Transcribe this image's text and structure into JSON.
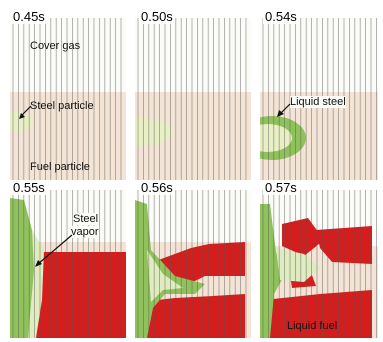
{
  "panels": [
    {
      "time": "0.45s"
    },
    {
      "time": "0.50s"
    },
    {
      "time": "0.54s"
    },
    {
      "time": "0.55s"
    },
    {
      "time": "0.56s"
    },
    {
      "time": "0.57s"
    }
  ],
  "labels": {
    "cover_gas": "Cover gas",
    "steel_particle": "Steel particle",
    "fuel_particle": "Fuel particle",
    "liquid_steel": "Liquid steel",
    "steel_vapor_line1": "Steel",
    "steel_vapor_line2": "vapor",
    "liquid_fuel": "Liquid fuel"
  },
  "colors": {
    "cover_gas": "#fbfbf7",
    "fuel_particle": "#f3e4d6",
    "steel": "#8fc25a",
    "steel_light": "#dfecc0",
    "liquid_fuel": "#d51d1d",
    "gridline": "#555555"
  }
}
